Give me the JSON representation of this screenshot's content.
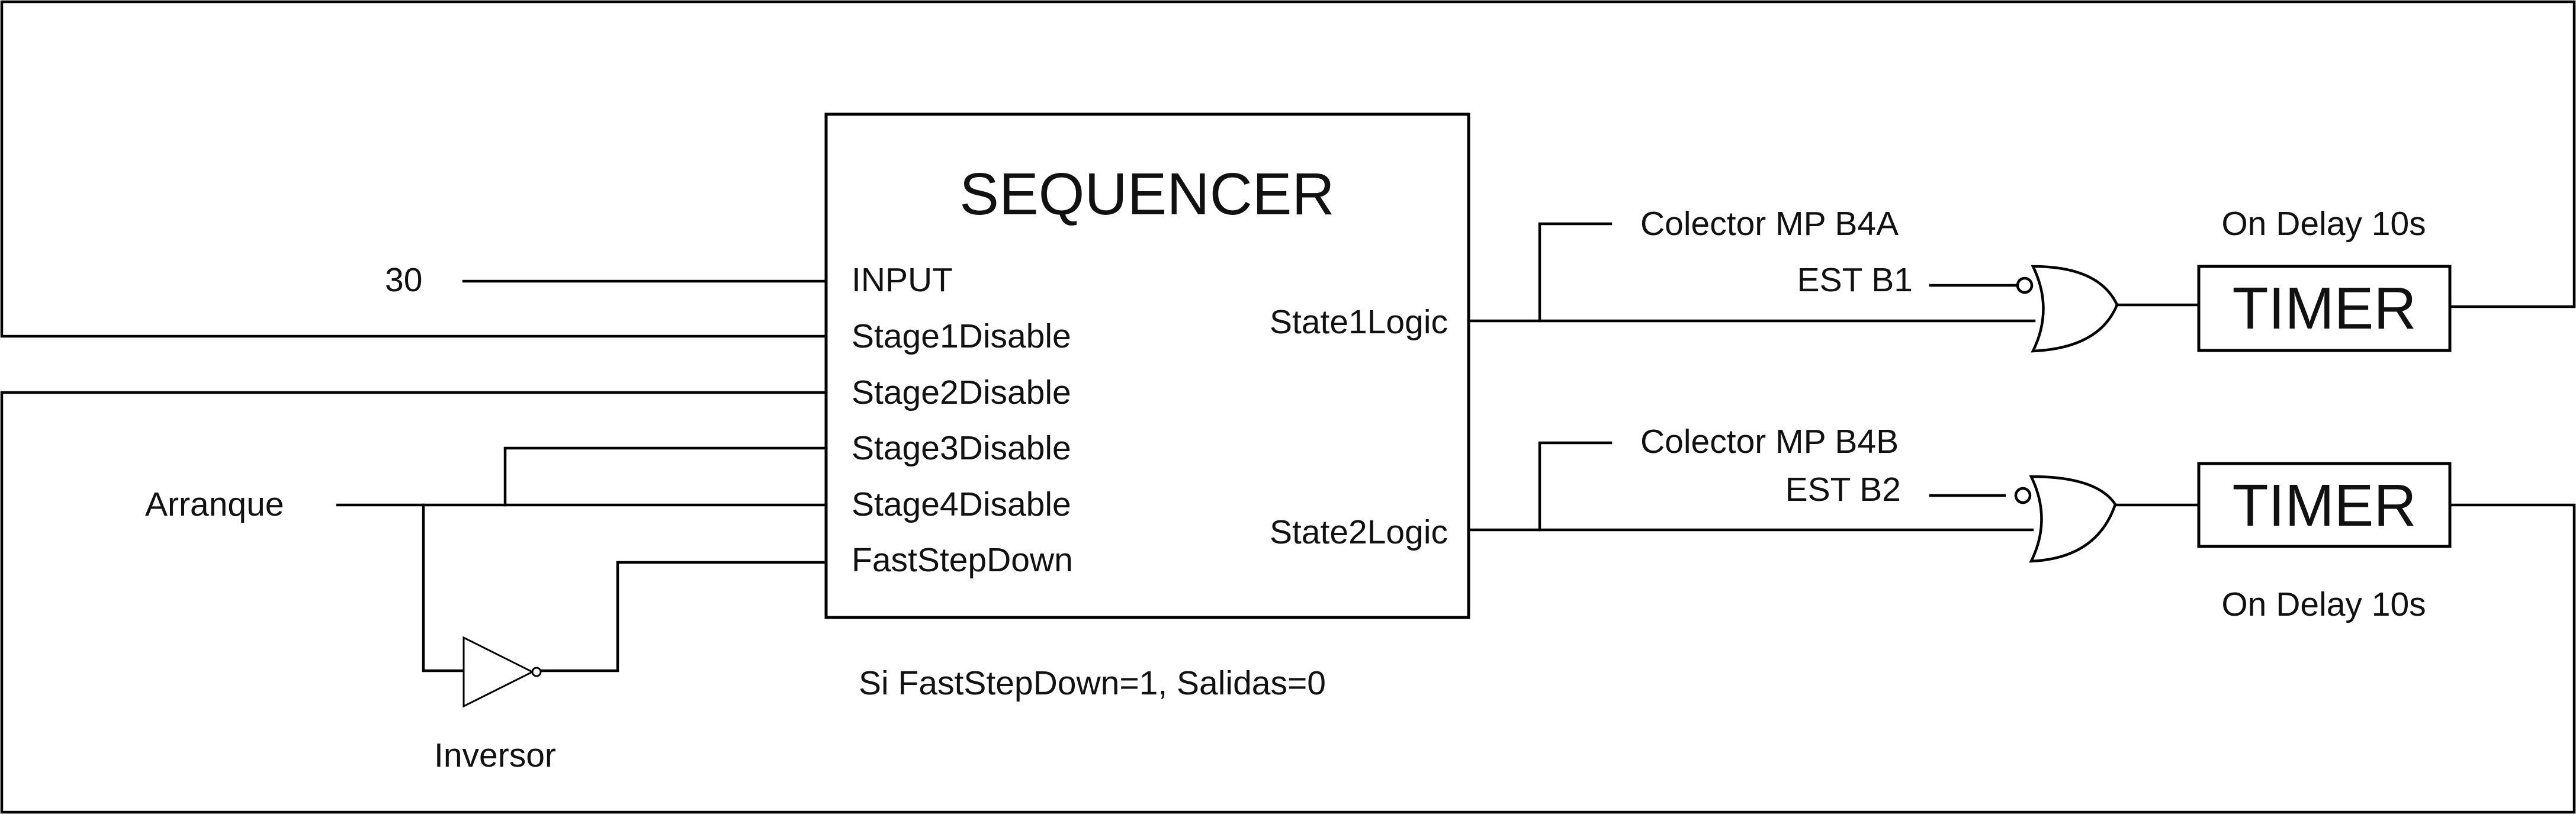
{
  "sequencer": {
    "title": "SEQUENCER",
    "inputs": [
      "INPUT",
      "Stage1Disable",
      "Stage2Disable",
      "Stage3Disable",
      "Stage4Disable",
      "FastStepDown"
    ],
    "outputs": [
      "State1Logic",
      "State2Logic"
    ],
    "note": "Si FastStepDown=1, Salidas=0"
  },
  "input_signals": {
    "constant": "30",
    "arranque": "Arranque"
  },
  "inverter": {
    "label": "Inversor"
  },
  "branch1": {
    "collector": "Colector MP B4A",
    "est": "EST B1",
    "timer": "TIMER",
    "delay": "On Delay 10s"
  },
  "branch2": {
    "collector": "Colector MP B4B",
    "est": "EST B2",
    "timer": "TIMER",
    "delay": "On Delay 10s"
  }
}
